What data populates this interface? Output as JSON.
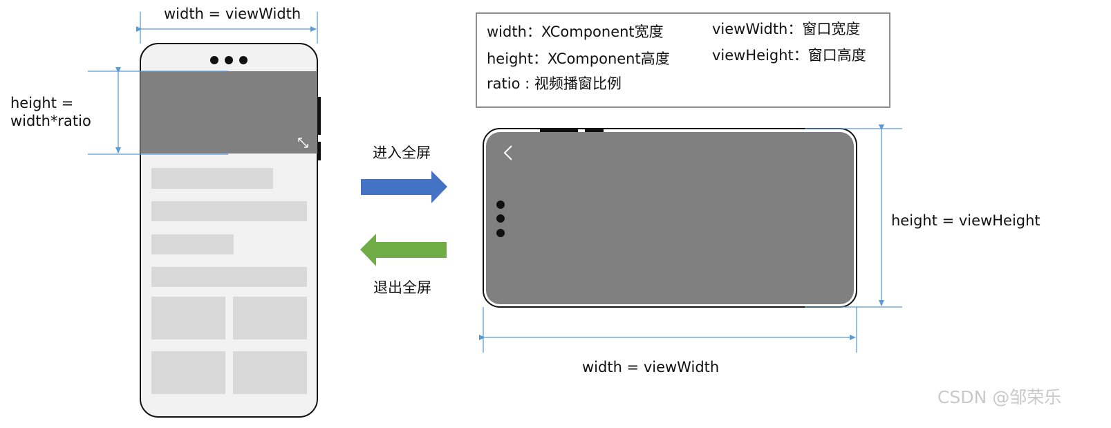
{
  "portrait": {
    "width_label": "width = viewWidth",
    "height_label_line1": "height =",
    "height_label_line2": "width*ratio"
  },
  "landscape": {
    "width_label": "width = viewWidth",
    "height_label": "height = viewHeight"
  },
  "transitions": {
    "enter_label": "进入全屏",
    "exit_label": "退出全屏",
    "enter_color": "#4472C4",
    "exit_color": "#70AD47"
  },
  "legend": {
    "width_def": "width：XComponent宽度",
    "height_def": "height：XComponent高度",
    "ratio_def": "ratio : 视频播窗比例",
    "viewwidth_def": "viewWidth：窗口宽度",
    "viewheight_def": "viewHeight：窗口高度"
  },
  "icons": {
    "expand": "expand-arrows-icon",
    "back": "back-chevron-icon",
    "menu_dots": "three-dots-icon"
  },
  "colors": {
    "dimension_line": "#5b9bd5",
    "video_area": "#808080",
    "phone_body": "#f2f2f2",
    "placeholder": "#d9d9d9"
  },
  "watermark": "CSDN @邹荣乐"
}
